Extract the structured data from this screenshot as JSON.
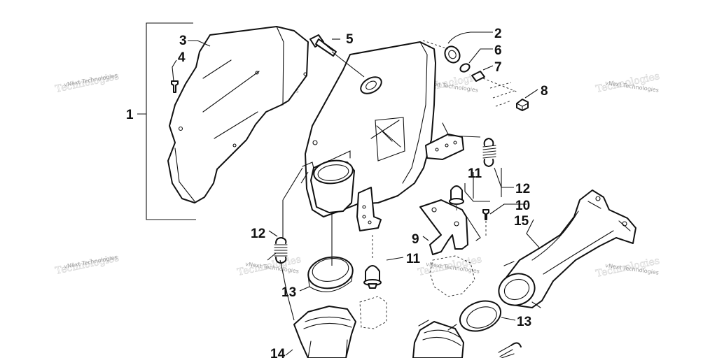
{
  "callouts": [
    "1",
    "2",
    "3",
    "4",
    "5",
    "6",
    "7",
    "8",
    "9",
    "10",
    "11",
    "11",
    "12",
    "12",
    "13",
    "13",
    "14",
    "15"
  ],
  "watermark": {
    "line1": "vNext Technologies",
    "line2": "Technologies"
  },
  "colors": {
    "ink": "#111111",
    "background": "#ffffff",
    "watermark": "#9a9a9a"
  }
}
